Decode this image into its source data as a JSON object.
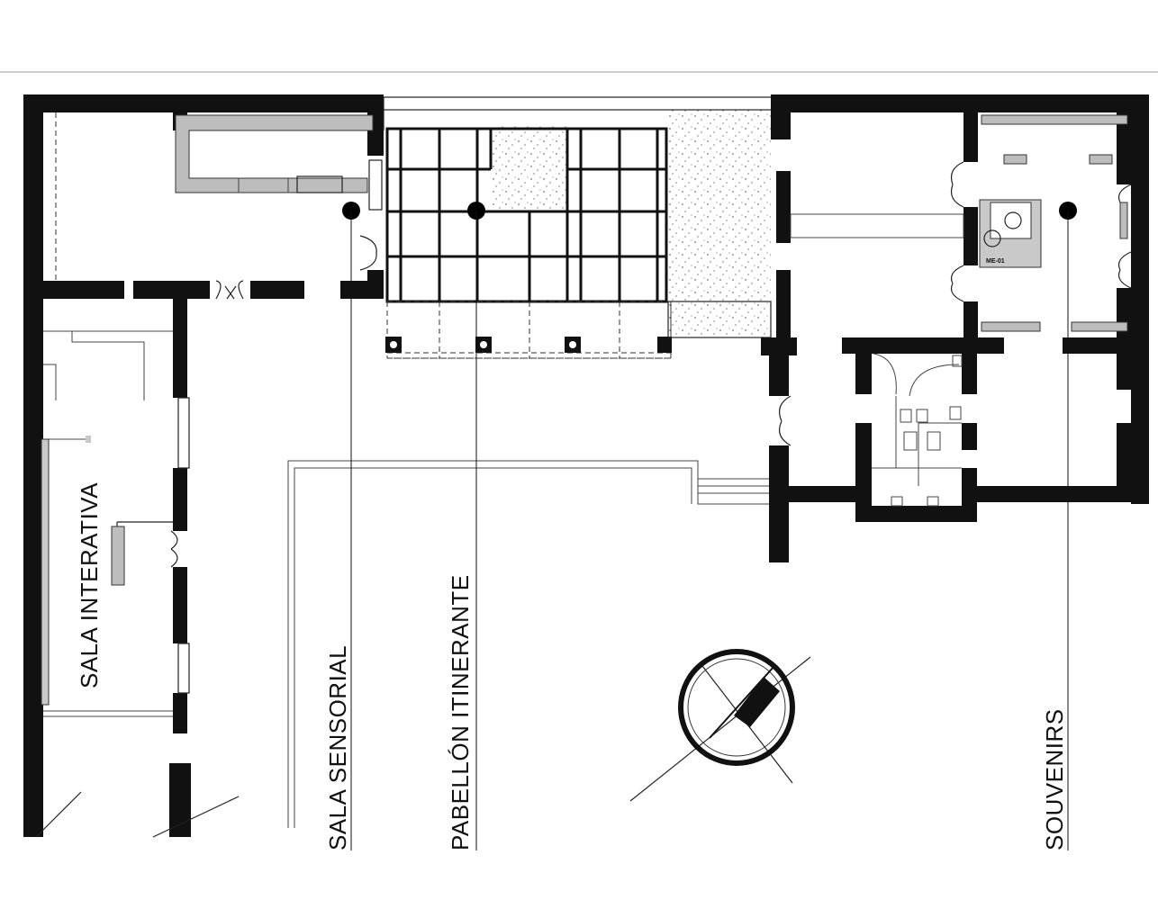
{
  "labels": {
    "sala_interativa": "SALA INTERATIVA",
    "sala_sensorial": "SALA SENSORIAL",
    "pabellon": "PABELLÓN ITINERANTE",
    "souvenirs": "SOUVENIRS",
    "furniture_tag": "ME-01"
  }
}
